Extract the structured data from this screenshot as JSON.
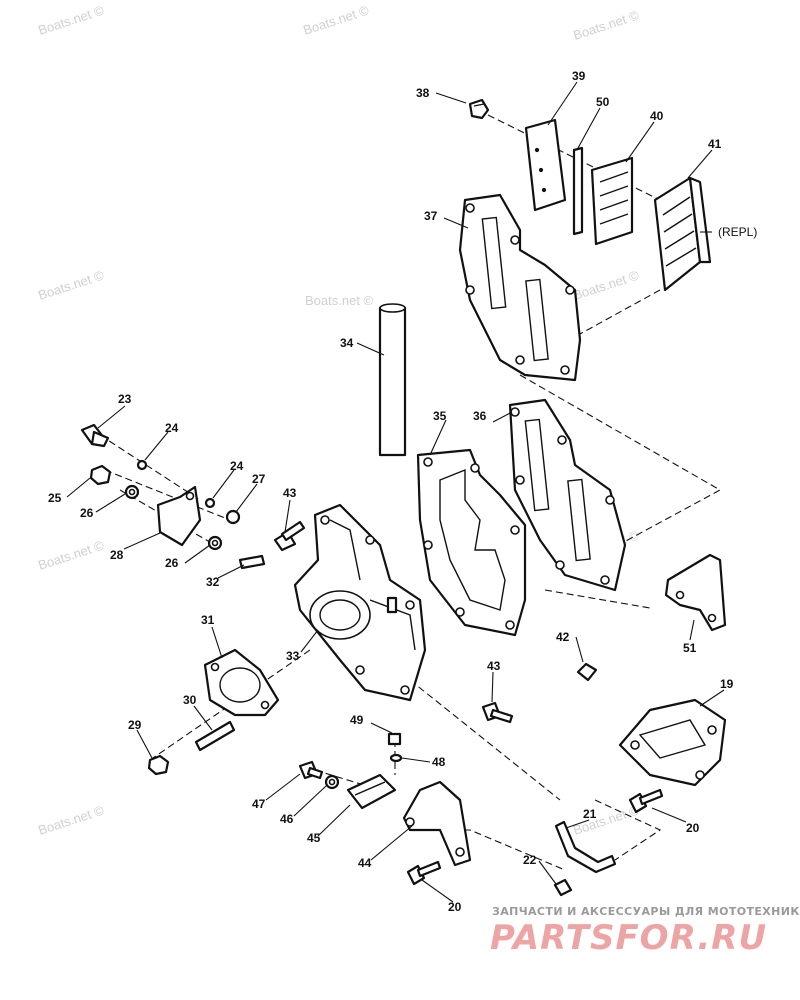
{
  "diagram": {
    "callouts": [
      "38",
      "39",
      "50",
      "40",
      "41",
      "37",
      "34",
      "23",
      "24",
      "24",
      "27",
      "25",
      "26",
      "28",
      "26",
      "43",
      "35",
      "36",
      "32",
      "31",
      "33",
      "30",
      "29",
      "42",
      "51",
      "43",
      "19",
      "49",
      "48",
      "47",
      "46",
      "45",
      "44",
      "20",
      "21",
      "22",
      "20"
    ],
    "repl_label": "(REPL)"
  },
  "watermark": {
    "text": "Boats.net ©",
    "color": "#d0d0d0"
  },
  "shop": {
    "tagline": "ЗАПЧАСТИ И АКСЕССУАРЫ ДЛЯ МОТОТЕХНИКИ",
    "logo": "PARTSFOR.RU",
    "logo_color": "#e05a5a"
  }
}
